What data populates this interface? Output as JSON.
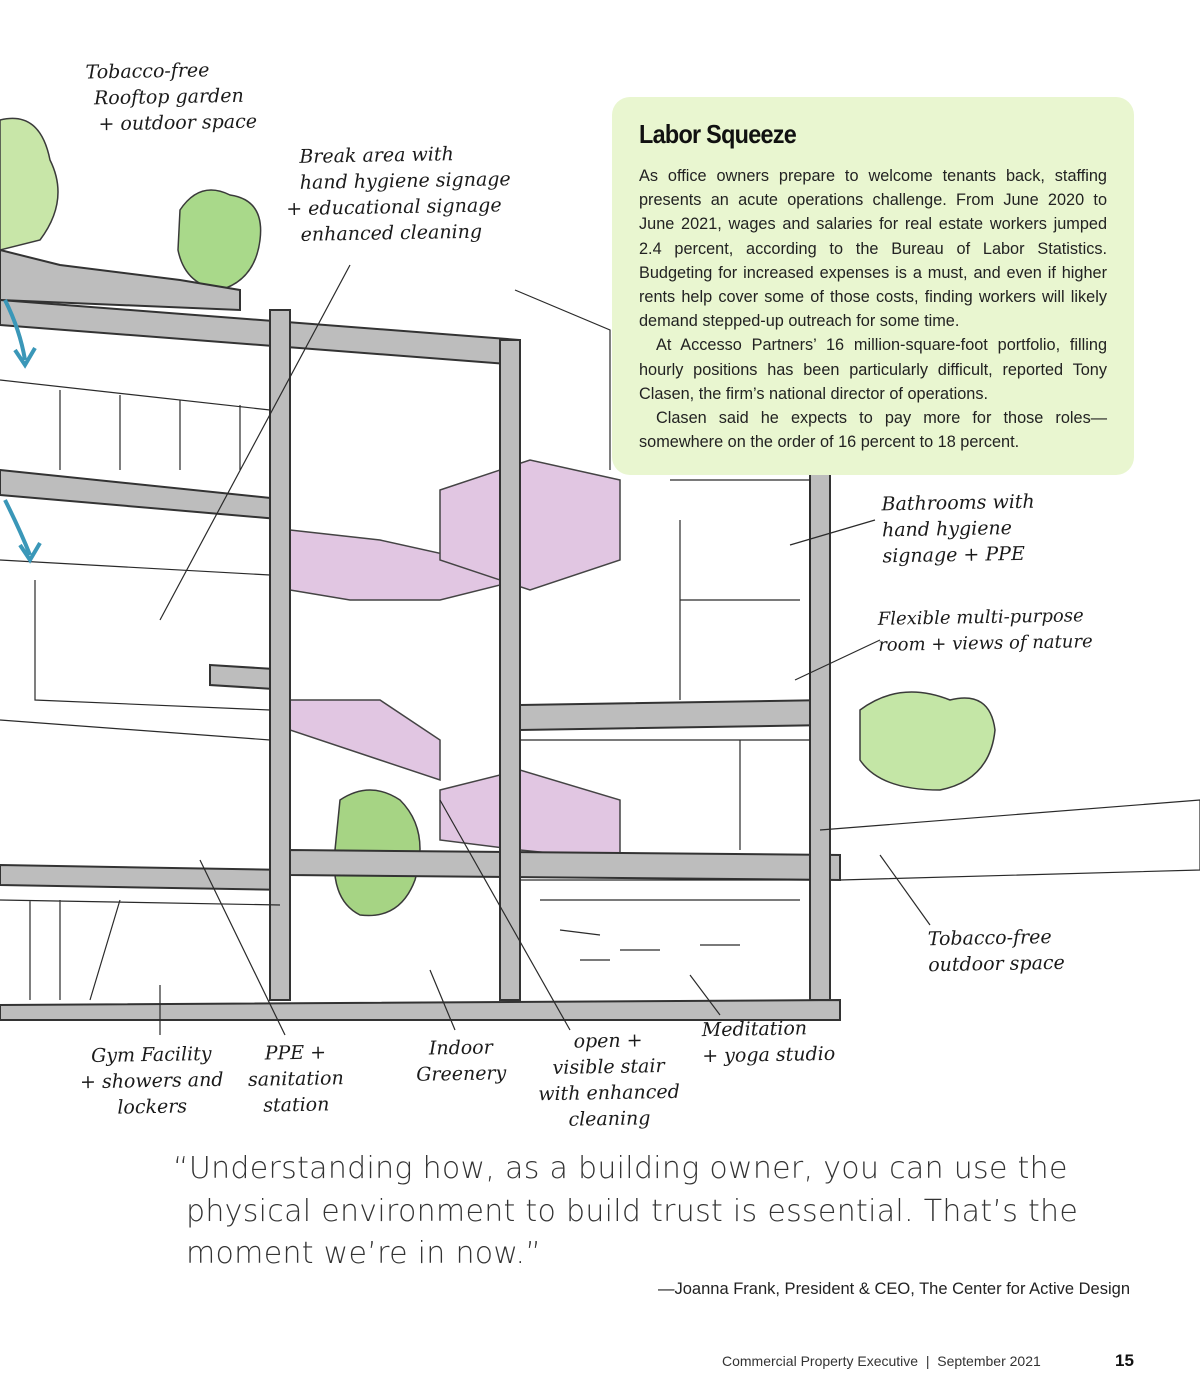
{
  "illustration": {
    "labels": {
      "rooftop": [
        "Tobacco-free",
        "Rooftop garden",
        "+ outdoor space"
      ],
      "break_area": [
        "Break area with",
        "hand hygiene signage",
        "+ educational signage",
        "enhanced cleaning"
      ],
      "bathrooms": [
        "Bathrooms with",
        "hand hygiene",
        "signage + PPE"
      ],
      "flexible_room": [
        "Flexible multi-purpose",
        "room + views of nature"
      ],
      "outdoor_space": [
        "Tobacco-free",
        "outdoor space"
      ],
      "gym": [
        "Gym Facility",
        "+ showers and",
        "lockers"
      ],
      "ppe": [
        "PPE +",
        "sanitation",
        "station"
      ],
      "greenery": [
        "Indoor",
        "Greenery"
      ],
      "stair": [
        "open +",
        "visible stair",
        "with enhanced",
        "cleaning"
      ],
      "meditation": [
        "Meditation",
        "+ yoga studio"
      ]
    },
    "colors": {
      "stair": "#d9b8dc",
      "greenery": "#9fd07a",
      "arrow": "#3a97b8"
    }
  },
  "sidebar": {
    "title": "Labor Squeeze",
    "paragraphs": [
      "As office owners prepare to welcome tenants back, staffing presents an acute operations challenge. From June 2020 to June 2021, wages and salaries for real estate workers jumped 2.4 percent, according to the Bureau of Labor Statistics. Budgeting for increased expenses is a must, and even if higher rents help cover some of those costs, finding workers will likely demand stepped-up outreach for some time.",
      "At Accesso Partners’ 16 million-square-foot portfolio, filling hourly positions has been particularly difficult, reported Tony Clasen, the firm’s national director of operations.",
      "Clasen said he expects to pay more for those roles—somewhere on the order of 16 percent to 18 percent."
    ],
    "background": "#e9f6d0"
  },
  "quote": {
    "lines": [
      "“Understanding how, as a building owner, you can use the",
      "physical environment to build trust is essential. That’s the",
      "moment we’re in now.”"
    ],
    "attribution": "—Joanna Frank, President & CEO, The Center for Active Design"
  },
  "footer": {
    "publication": "Commercial Property Executive  |  September 2021",
    "page_number": "15"
  }
}
